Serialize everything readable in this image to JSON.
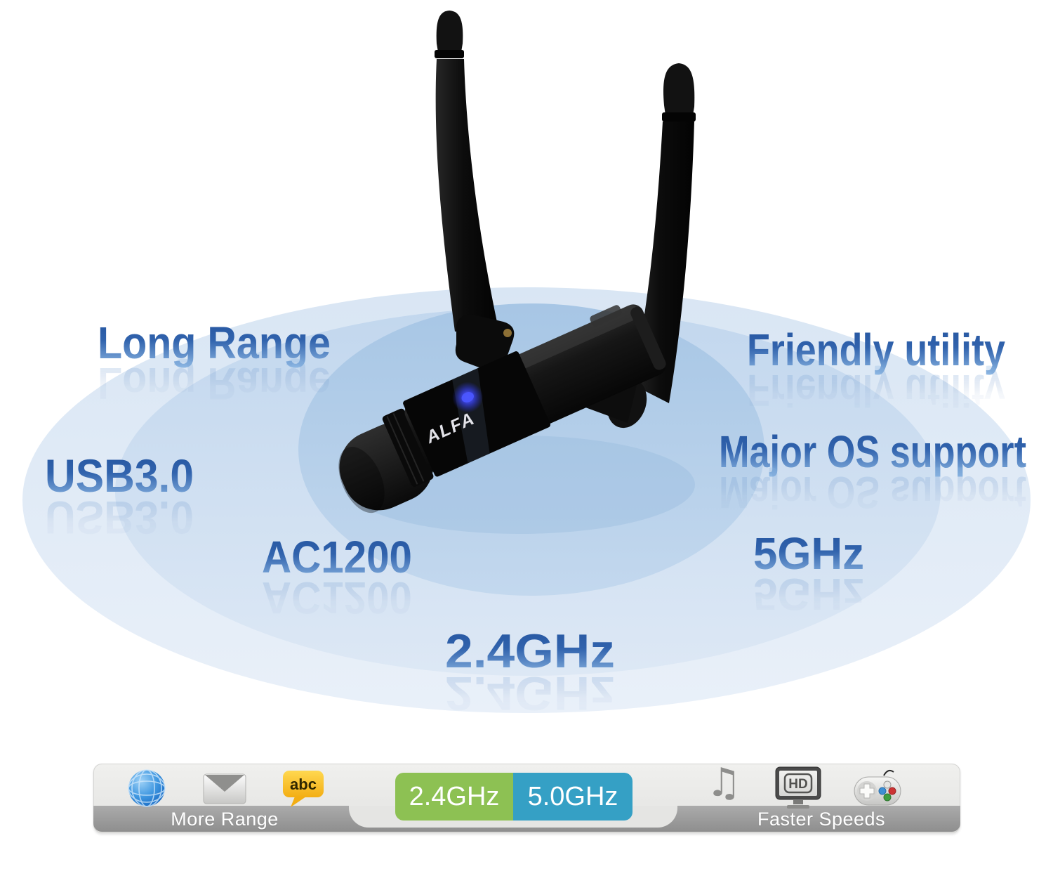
{
  "features": {
    "long_range": "Long Range",
    "friendly_utility": "Friendly utility",
    "usb30": "USB3.0",
    "major_os": "Major OS support",
    "ac1200": "AC1200",
    "band5": "5GHz",
    "band24": "2.4GHz"
  },
  "device": {
    "logo": "ALFA",
    "type": "dual-antenna-usb-wifi-adapter",
    "led_color": "#4a55ff"
  },
  "range_rings": {
    "outer_color": "#dde8f5",
    "middle_color": "#c7daef",
    "inner_color": "#abc9e7"
  },
  "feature_text_colors": {
    "gradient_top": "#24549e",
    "gradient_bottom": "#8fb9e4"
  },
  "bottom_bar": {
    "more_range_label": "More Range",
    "faster_speeds_label": "Faster Speeds",
    "band_24_label": "2.4GHz",
    "band_50_label": "5.0GHz",
    "abc_label": "abc",
    "hd_label": "HD",
    "icons": [
      "globe-icon",
      "mail-icon",
      "abc-chat-icon",
      "music-note-icon",
      "hd-tv-icon",
      "gamepad-icon"
    ],
    "colors": {
      "band_24": "#8dc153",
      "band_50": "#35a0c5",
      "banner_gray": "#9a9a9a",
      "bar_bg": "#e6e6e4"
    }
  }
}
